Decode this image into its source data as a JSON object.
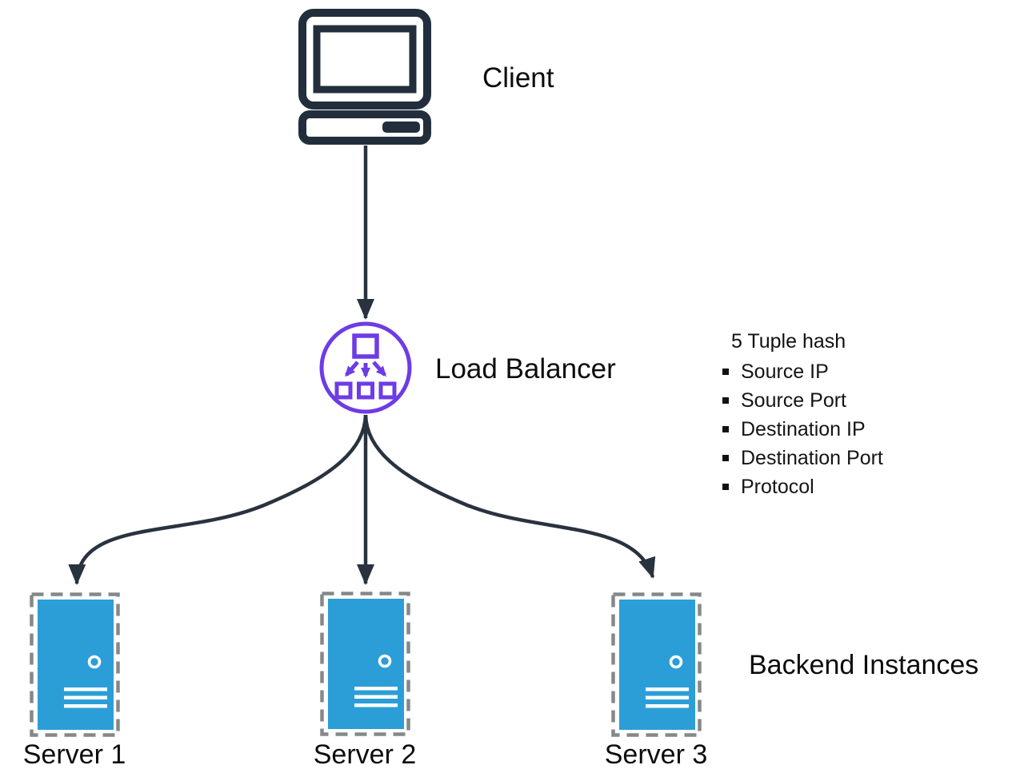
{
  "palette": {
    "line_dark": "#29333f",
    "purple": "#6d3ce6",
    "server_blue": "#2b9ed8",
    "dash_gray": "#85888b",
    "text": "#0c0c0c"
  },
  "client": {
    "label": "Client"
  },
  "load_balancer": {
    "label": "Load Balancer"
  },
  "hash_panel": {
    "title": "5 Tuple hash",
    "items": [
      "Source IP",
      "Source Port",
      "Destination IP",
      "Destination Port",
      "Protocol"
    ]
  },
  "servers": [
    {
      "label": "Server 1"
    },
    {
      "label": "Server 2"
    },
    {
      "label": "Server 3"
    }
  ],
  "backend": {
    "label": "Backend Instances"
  },
  "icons": {
    "client": "desktop-computer-icon",
    "load_balancer": "load-balancer-icon",
    "server": "server-tower-icon"
  }
}
